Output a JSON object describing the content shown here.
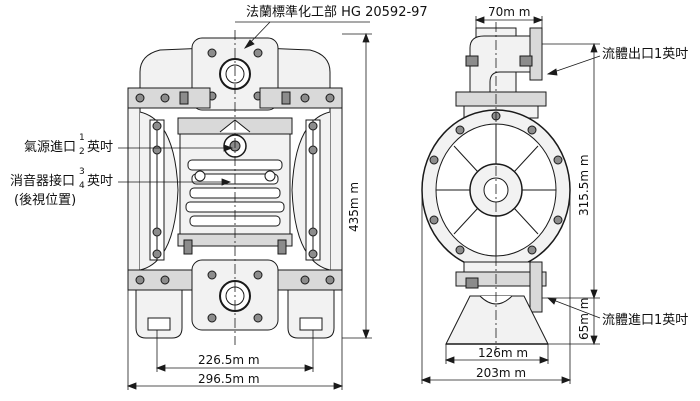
{
  "title_label": "法蘭標準化工部 HG 20592-97",
  "labels": {
    "air_inlet": "氣源進口",
    "air_inlet_unit": "英吋",
    "air_inlet_num": "1",
    "air_inlet_den": "2",
    "muffler": "消音器接口",
    "muffler_unit": "英吋",
    "muffler_num": "3",
    "muffler_den": "4",
    "rear_view": "(後視位置)",
    "outlet": "流體出口1英吋",
    "inlet": "流體進口1英吋"
  },
  "dimensions": {
    "height_total": "435m m",
    "width_inner": "226.5m m",
    "width_outer": "296.5m m",
    "top_flange": "70m m",
    "height_side": "315.5m m",
    "base_inner": "126m m",
    "base_outer": "203m m",
    "bottom_height": "65m m"
  },
  "colors": {
    "line": "#1a1a1a",
    "fill_light": "#f2f2f2",
    "fill_mid": "#d9d9d9",
    "fill_dark": "#8c8c8c"
  }
}
